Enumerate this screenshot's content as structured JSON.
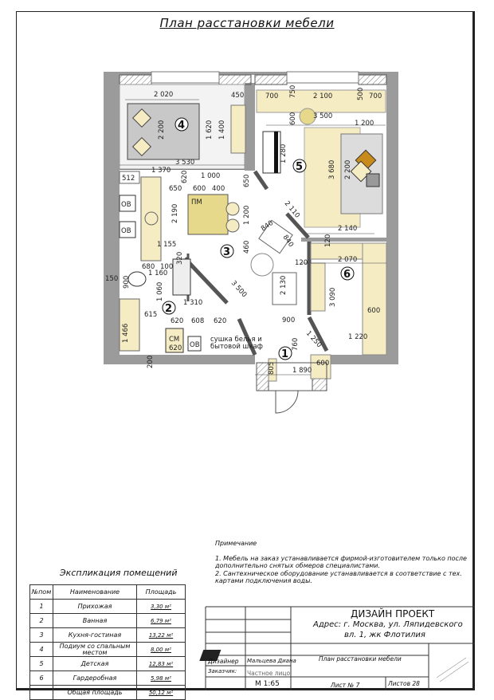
{
  "title": "План расстановки мебели",
  "plan": {
    "rooms": [
      "1",
      "2",
      "3",
      "4",
      "5",
      "6"
    ],
    "labels": {
      "pm": "ПМ",
      "ov1": "ОВ",
      "ov2": "ОВ",
      "ov3": "ОВ",
      "sm": "СМ",
      "dryer": "сушка белья и",
      "dryer2": "бытовой шкаф"
    },
    "dims": [
      "2 020",
      "450",
      "700",
      "750",
      "2 100",
      "500",
      "700",
      "600",
      "3 500",
      "1 200",
      "2 200",
      "1 620",
      "1 400",
      "1 280",
      "3 680",
      "2 200",
      "3 530",
      "512",
      "1 370",
      "1 000",
      "620",
      "650",
      "600",
      "400",
      "650",
      "2 190",
      "1 200",
      "2 110",
      "840",
      "840",
      "2 140",
      "1 155",
      "460",
      "680",
      "100",
      "320",
      "150",
      "1 160",
      "1 060",
      "900",
      "1 310",
      "615",
      "620",
      "608",
      "620",
      "1 466",
      "620",
      "200",
      "3 500",
      "2 130",
      "120",
      "2 070",
      "120",
      "3 090",
      "600",
      "900",
      "1 250",
      "760",
      "1 220",
      "805",
      "1 890",
      "600"
    ]
  },
  "notes": {
    "heading": "Примечание",
    "items": [
      "1. Мебель на заказ устанавливается фирмой-изготовителем только после дополнительно снятых обмеров специалистами.",
      "2. Сантехническое оборудование устанавливается в соответствие с тех. картами подключения воды."
    ]
  },
  "explication": {
    "title": "Экспликация помещений",
    "headers": [
      "№пом",
      "Наименование",
      "Площадь"
    ],
    "rows": [
      {
        "n": "1",
        "name": "Прихожая",
        "area": "3,30 м²"
      },
      {
        "n": "2",
        "name": "Ванная",
        "area": "6,79 м²"
      },
      {
        "n": "3",
        "name": "Кухня-гостиная",
        "area": "13,22 м²"
      },
      {
        "n": "4",
        "name": "Подиум со спальным местом",
        "area": "8,00 м²"
      },
      {
        "n": "5",
        "name": "Детская",
        "area": "12,83 м²"
      },
      {
        "n": "6",
        "name": "Гардеробная",
        "area": "5,98 м²"
      }
    ],
    "total_label": "Общая площадь",
    "total_area": "50,12 м²"
  },
  "title_block": {
    "project": "ДИЗАЙН ПРОЕКТ",
    "address1": "Адрес:  г. Москва, ул. Ляпидевского",
    "address2": "вл. 1,   жк Флотилия",
    "designer_label": "Дизайнер",
    "designer": "Мальцева Диана",
    "client_label": "Заказчик:",
    "client": "Частное лицо",
    "scale": "М 1:65",
    "sheet_title": "План расстановки мебели",
    "sheet_label": "Лист №  7",
    "sheets_label": "Листов   28"
  },
  "colors": {
    "wall": "#9b9b9b",
    "furniture": "#f6ecc4",
    "furniture_dark": "#e6d98c",
    "bed": "#c8c8c8",
    "accent": "#c88a1a"
  }
}
